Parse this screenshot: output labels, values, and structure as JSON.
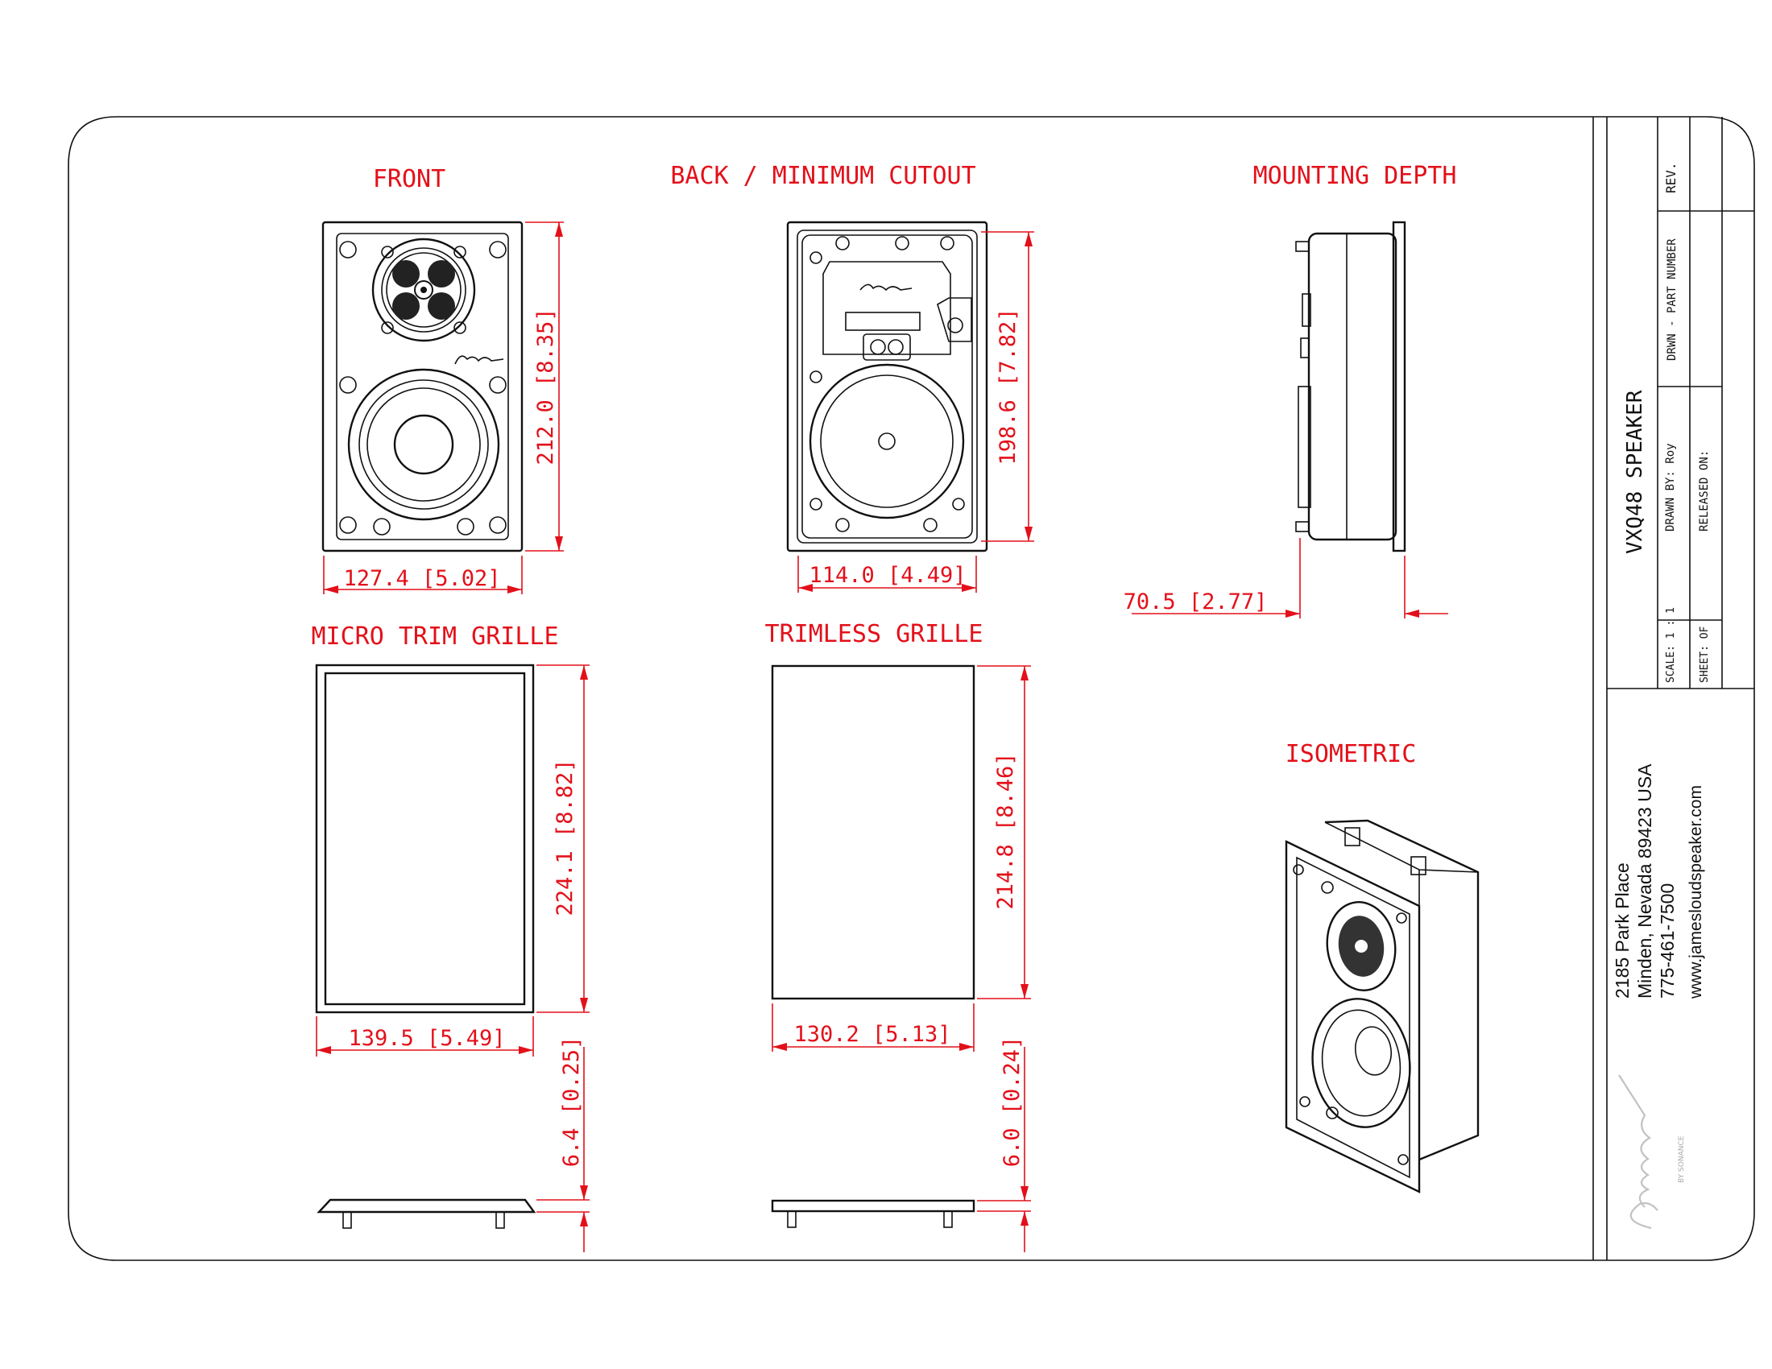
{
  "views": {
    "front": "FRONT",
    "back": "BACK / MINIMUM CUTOUT",
    "depth": "MOUNTING DEPTH",
    "micro": "MICRO TRIM GRILLE",
    "trimless": "TRIMLESS GRILLE",
    "iso": "ISOMETRIC"
  },
  "dims": {
    "front_w": "127.4 [5.02]",
    "front_h": "212.0 [8.35]",
    "back_w": "114.0 [4.49]",
    "back_h": "198.6 [7.82]",
    "depth": "70.5 [2.77]",
    "micro_w": "139.5 [5.49]",
    "micro_h": "224.1 [8.82]",
    "micro_t": "6.4 [0.25]",
    "trim_w": "130.2 [5.13]",
    "trim_h": "214.8 [8.46]",
    "trim_t": "6.0 [0.24]"
  },
  "title_block": {
    "title": "VXQ48 SPEAKER",
    "rev": "REV.",
    "part": "DRWN - PART NUMBER",
    "drawn": "DRAWN BY: Roy",
    "released": "RELEASED ON:",
    "scale": "SCALE: 1 : 1",
    "sheet": "SHEET: OF"
  },
  "company": {
    "line1": "2185 Park Place",
    "line2": "Minden, Nevada 89423 USA",
    "phone": "775-461-7500",
    "web": "www.jamesloudspeaker.com",
    "brand": "BY SONANCE"
  },
  "colors": {
    "dimension": "#e3101a",
    "linework": "#111111"
  }
}
